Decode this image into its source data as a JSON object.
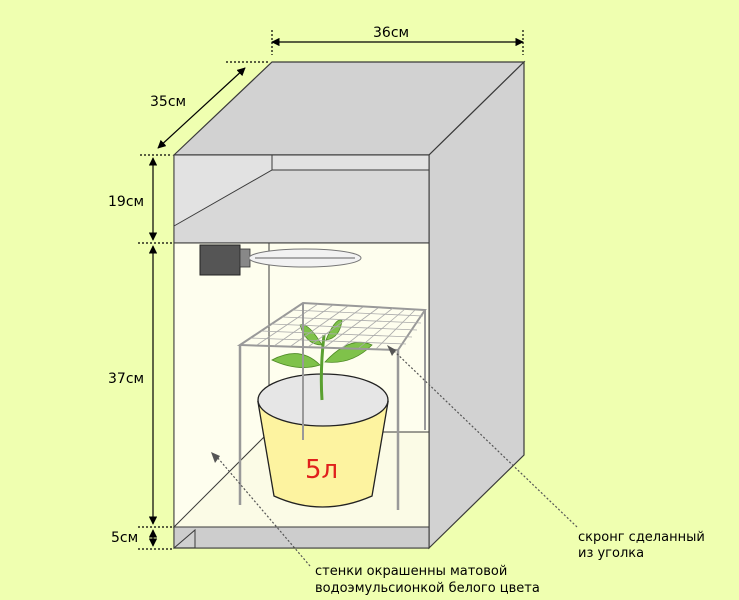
{
  "dimensions": {
    "width": "36см",
    "depth": "35см",
    "top_section_height": "19см",
    "main_section_height": "37см",
    "base_height": "5см"
  },
  "pot": {
    "volume_label": "5л"
  },
  "annotations": {
    "trellis_line1": "скронг сделанный",
    "trellis_line2": "из уголка",
    "walls_line1": "стенки окрашенны матовой",
    "walls_line2": "водоэмульсионкой белого цвета"
  },
  "colors": {
    "background": "#efffb0",
    "box_outer": "#d2d2d2",
    "top_compartment": "#e0e0e0",
    "interior": "#fefeee",
    "pot": "#fdf3a0",
    "soil": "#e6e6e6",
    "leaves": "#7fc24a",
    "pot_label": "#e0201c"
  }
}
